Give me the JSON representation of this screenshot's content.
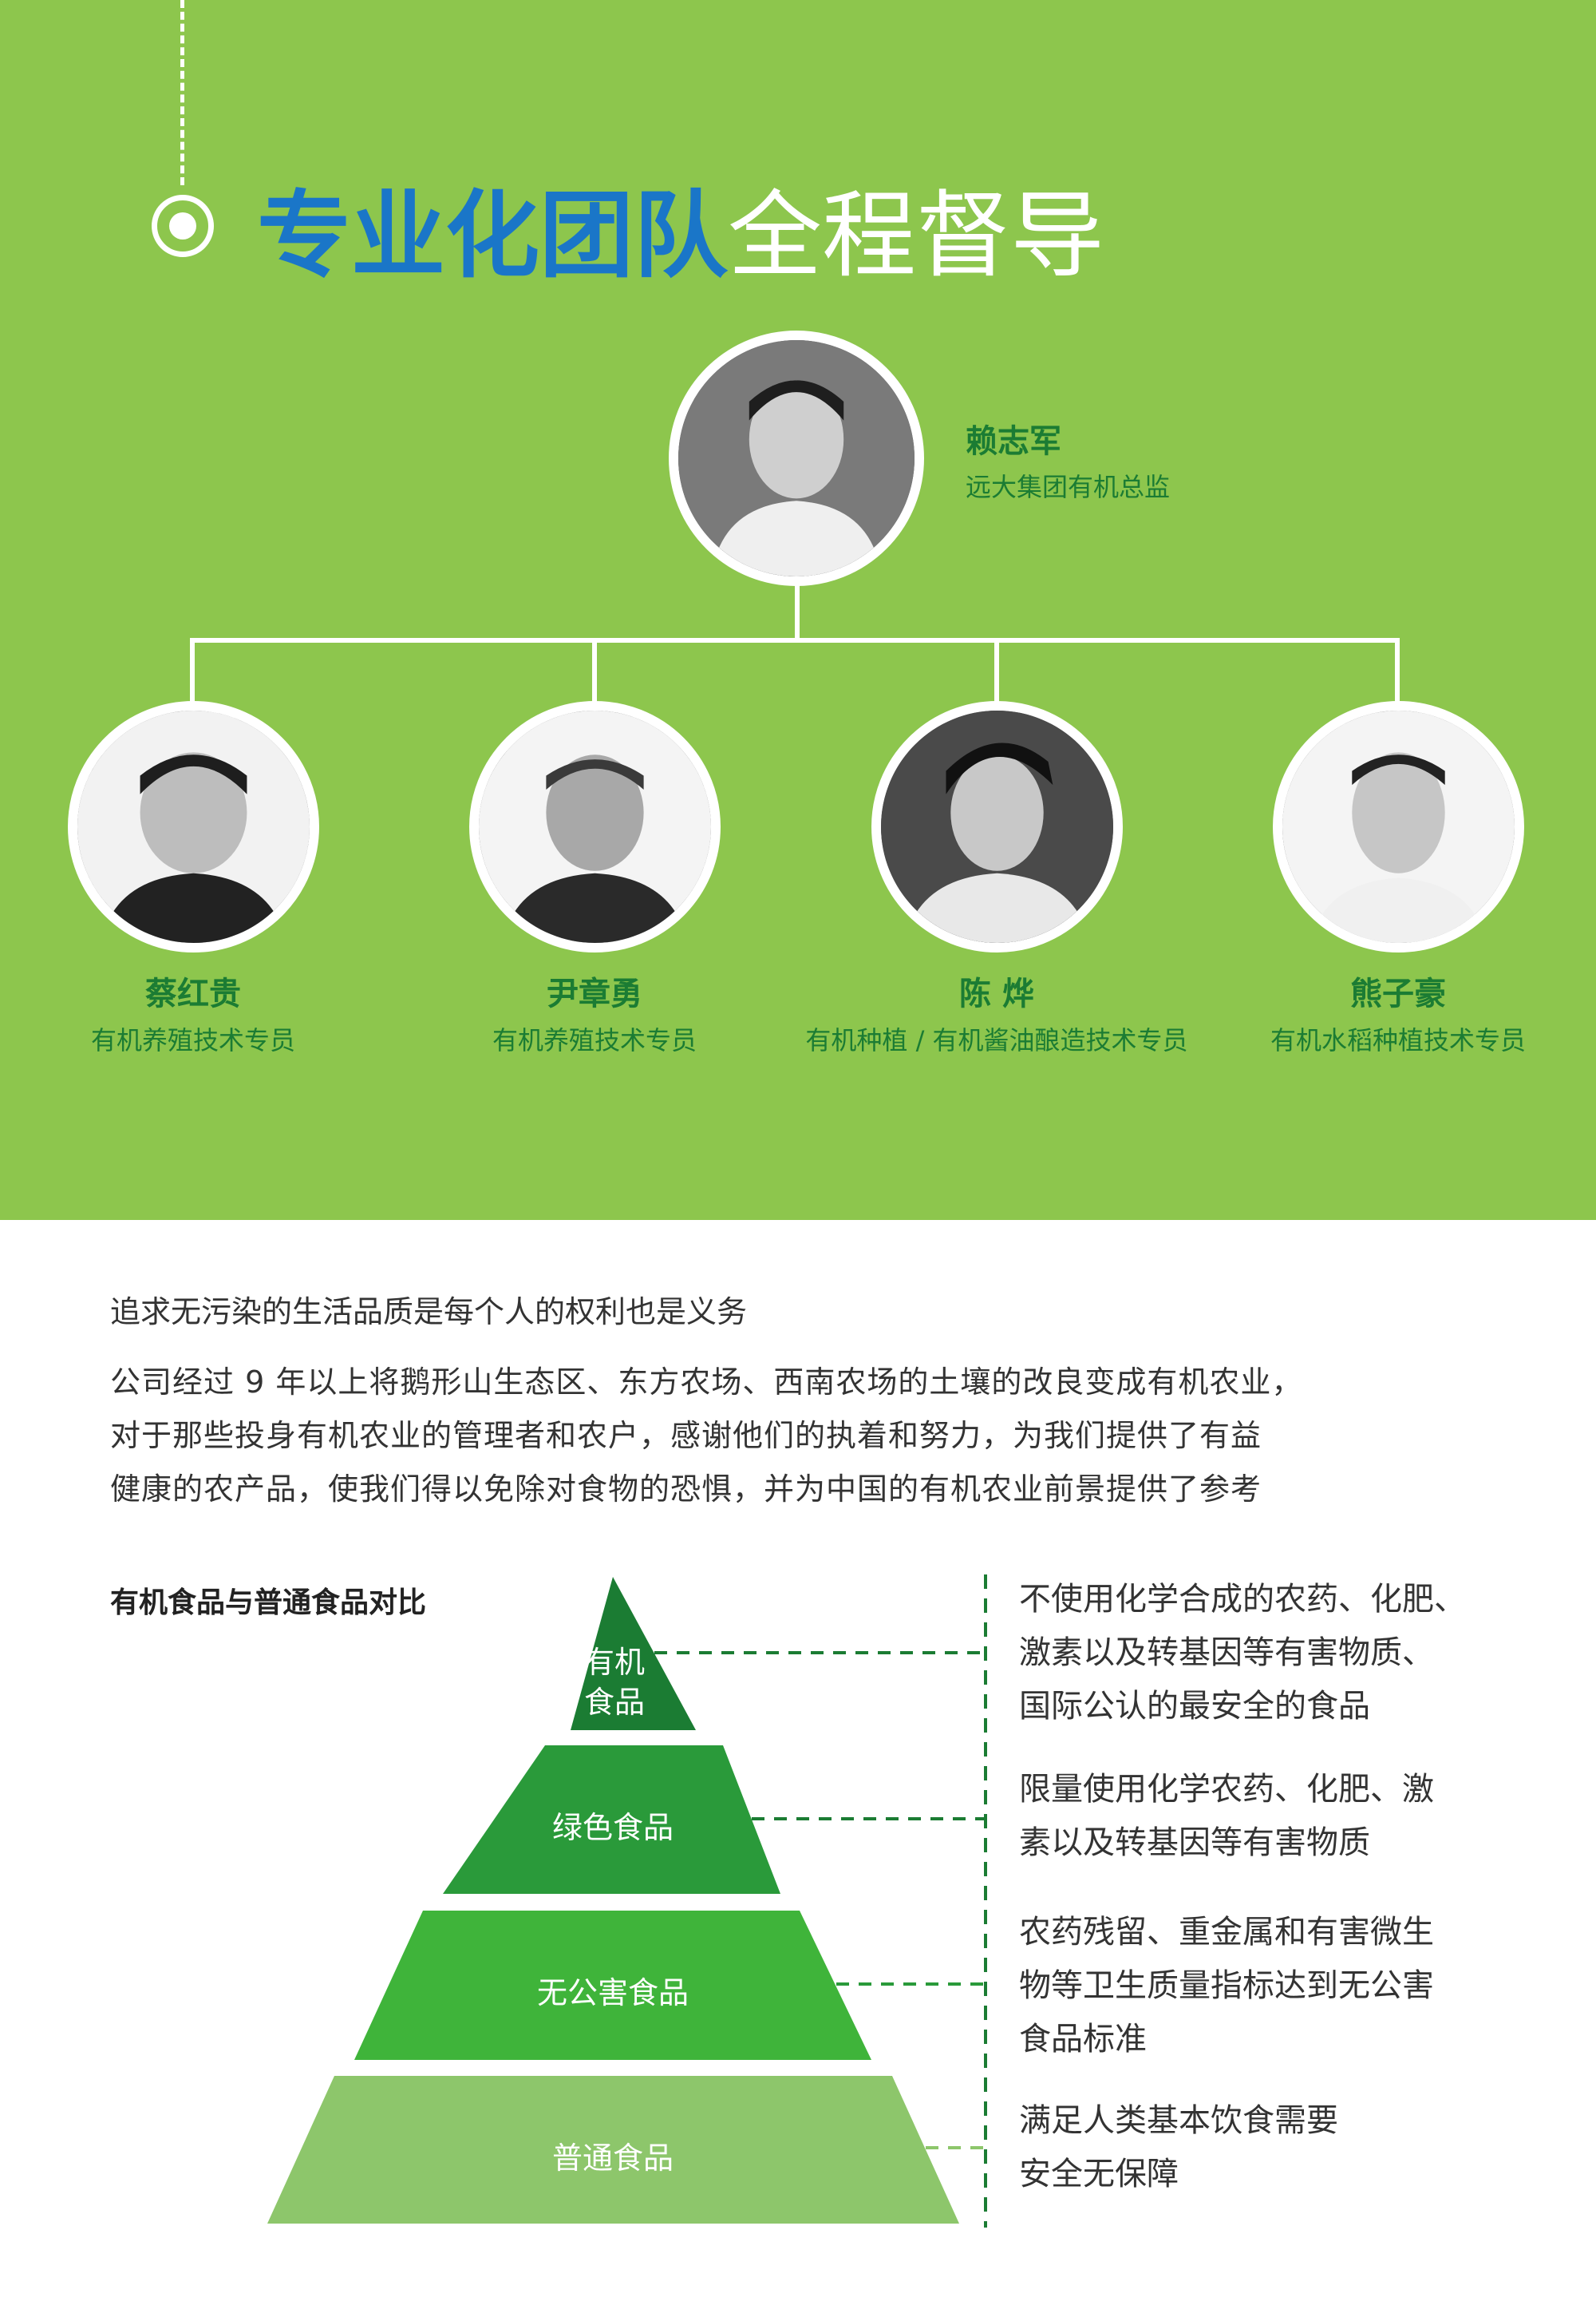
{
  "header": {
    "title_strong": "专业化团队",
    "title_light": "全程督导"
  },
  "leader": {
    "name": "赖志军",
    "title": "远大集团有机总监"
  },
  "members": [
    {
      "name": "蔡红贵",
      "role": "有机养殖技术专员"
    },
    {
      "name": "尹章勇",
      "role": "有机养殖技术专员"
    },
    {
      "name": "陈 烨",
      "role": "有机种植 / 有机酱油酿造技术专员"
    },
    {
      "name": "熊子豪",
      "role": "有机水稻种植技术专员"
    }
  ],
  "intro": {
    "slogan": "追求无污染的生活品质是每个人的权利也是义务",
    "lines": [
      "公司经过 9 年以上将鹅形山生态区、东方农场、西南农场的土壤的改良变成有机农业，",
      "对于那些投身有机农业的管理者和农户，感谢他们的执着和努力，为我们提供了有益",
      "健康的农产品，使我们得以免除对食物的恐惧，并为中国的有机农业前景提供了参考"
    ]
  },
  "comparison": {
    "title": "有机食品与普通食品对比",
    "tiers": [
      {
        "label_lines": [
          "有机",
          "食品"
        ],
        "color": "#1b7c33",
        "desc_lines": [
          "不使用化学合成的农药、化肥、",
          "激素以及转基因等有害物质、",
          "国际公认的最安全的食品"
        ]
      },
      {
        "label_lines": [
          "绿色食品"
        ],
        "color": "#2a9a3a",
        "desc_lines": [
          "限量使用化学农药、化肥、激",
          "素以及转基因等有害物质"
        ]
      },
      {
        "label_lines": [
          "无公害食品"
        ],
        "color": "#3fb43a",
        "desc_lines": [
          "农药残留、重金属和有害微生",
          "物等卫生质量指标达到无公害",
          "食品标准"
        ]
      },
      {
        "label_lines": [
          "普通食品"
        ],
        "color": "#8dc66b",
        "desc_lines": [
          "满足人类基本饮食需要",
          "安全无保障"
        ]
      }
    ]
  }
}
